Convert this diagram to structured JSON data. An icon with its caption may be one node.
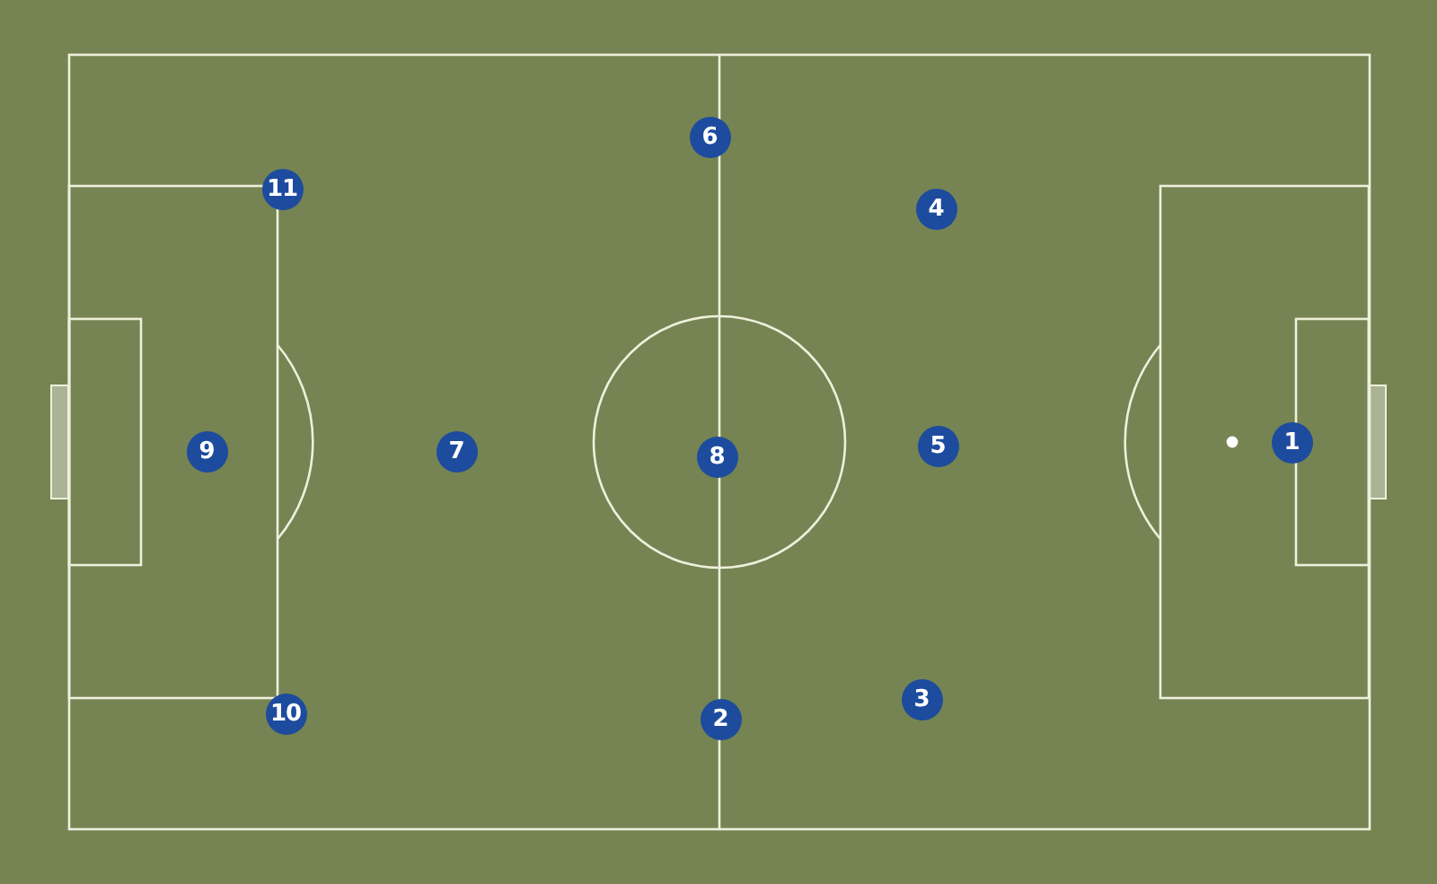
{
  "diagram": {
    "nodes": [
      {
        "text": [
          "11"
        ]
      },
      {
        "text": [
          "6"
        ]
      },
      {
        "text": [
          "4"
        ]
      },
      {
        "text": [
          "9"
        ]
      },
      {
        "text": [
          "7"
        ]
      },
      {
        "text": [
          "8"
        ]
      },
      {
        "text": [
          "5"
        ]
      },
      {
        "text": [
          "1"
        ]
      },
      {
        "text": [
          "10"
        ]
      },
      {
        "text": [
          "2"
        ]
      },
      {
        "text": [
          "3"
        ]
      }
    ]
  }
}
